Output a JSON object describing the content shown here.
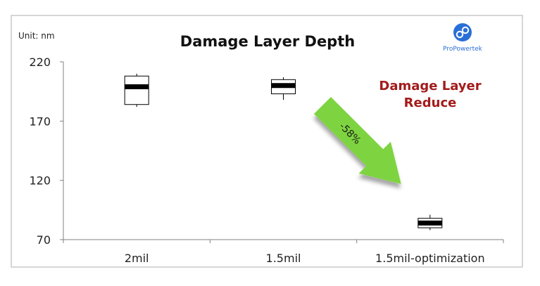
{
  "chart_data": {
    "type": "boxplot",
    "title": "Damage Layer Depth",
    "unit_label": "Unit: nm",
    "categories": [
      "2mil",
      "1.5mil",
      "1.5mil-optimization"
    ],
    "series": [
      {
        "boxes": [
          {
            "category": "2mil",
            "whisker_low": 182,
            "q1": 184,
            "median": 199,
            "q3": 208,
            "whisker_high": 210
          },
          {
            "category": "1.5mil",
            "whisker_low": 188,
            "q1": 193,
            "median": 200,
            "q3": 205,
            "whisker_high": 207
          },
          {
            "category": "1.5mil-optimization",
            "whisker_low": 78,
            "q1": 80,
            "median": 84,
            "q3": 88,
            "whisker_high": 91
          }
        ]
      }
    ],
    "ylim": [
      70,
      220
    ],
    "yticks": [
      "220",
      "170",
      "120",
      "70"
    ],
    "grid": false,
    "annotation": {
      "line1": "Damage Layer",
      "line2": "Reduce",
      "color": "#a31b1b"
    },
    "arrow": {
      "label": "-58%",
      "color": "#7dd43f"
    }
  },
  "logo": {
    "text": "ProPowertek",
    "icon": "propowertek-logo-icon",
    "color": "#2a6fd6"
  },
  "colors": {
    "frame": "#c8c8c8",
    "axis": "#808080",
    "box": "#000000"
  }
}
